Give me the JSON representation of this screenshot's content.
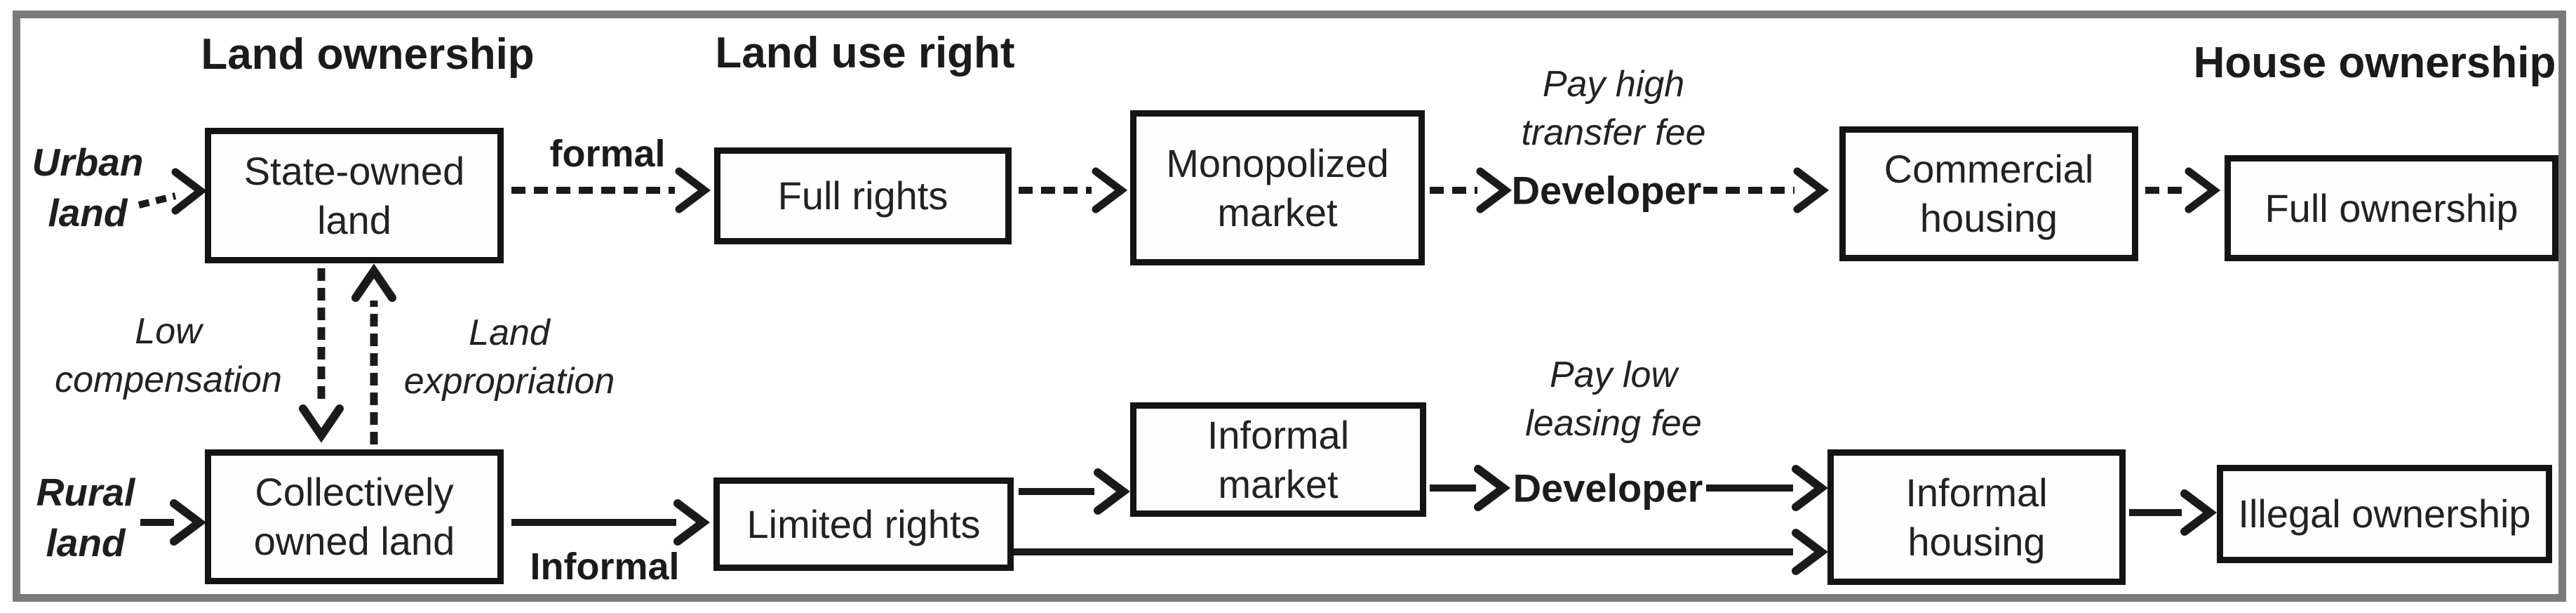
{
  "headers": {
    "land_ownership": "Land ownership",
    "land_use_right": "Land use right",
    "house_ownership": "House ownership"
  },
  "sources": {
    "urban_land": "Urban\nland",
    "rural_land": "Rural\nland"
  },
  "nodes": {
    "state_owned_land": "State-owned\nland",
    "full_rights": "Full rights",
    "monopolized_market": "Monopolized\nmarket",
    "commercial_housing": "Commercial\nhousing",
    "full_ownership": "Full ownership",
    "collectively_owned_land": "Collectively\nowned land",
    "limited_rights": "Limited rights",
    "informal_market": "Informal\nmarket",
    "informal_housing": "Informal\nhousing",
    "illegal_ownership": "Illegal ownership"
  },
  "actors": {
    "developer_top": "Developer",
    "developer_bottom": "Developer"
  },
  "edge_labels": {
    "formal": "formal",
    "informal": "Informal",
    "pay_high_transfer_fee": "Pay high\ntransfer fee",
    "pay_low_leasing_fee": "Pay low\nleasing fee",
    "low_compensation": "Low\ncompensation",
    "land_expropriation": "Land\nexpropriation"
  },
  "colors": {
    "frame_border": "#7b7b7b",
    "box_border": "#141414",
    "line": "#1a1a1a",
    "text": "#1e1e1e"
  }
}
